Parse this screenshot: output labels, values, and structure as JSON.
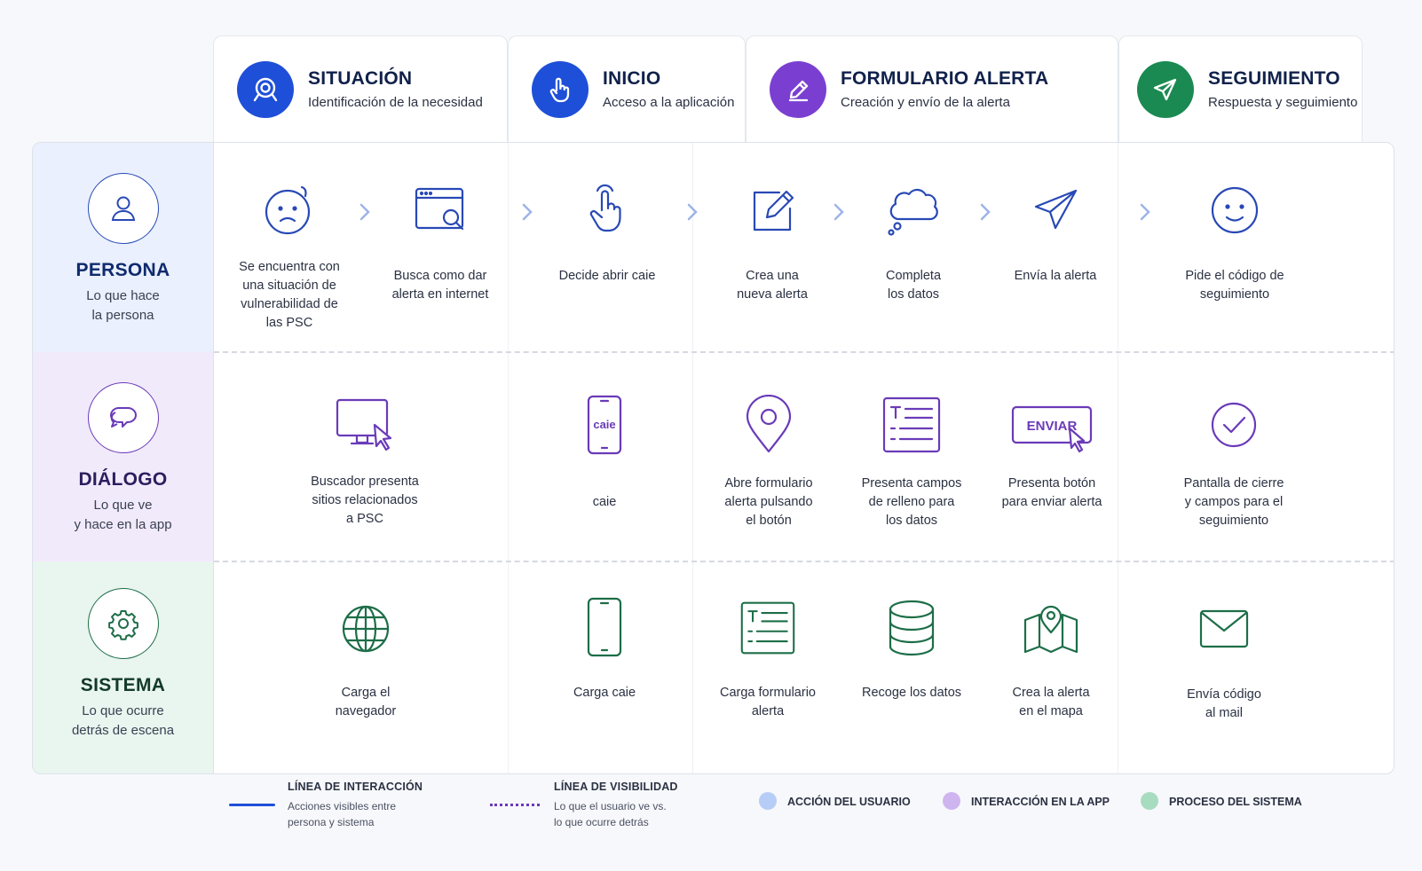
{
  "phases": [
    {
      "title": "SITUACIÓN",
      "subtitle": "Identificación de la necesidad",
      "icon": "target-icon",
      "color": "#1e4fd8"
    },
    {
      "title": "INICIO",
      "subtitle": "Acceso a la aplicación",
      "icon": "hand-pointer-icon",
      "color": "#1e4fd8"
    },
    {
      "title": "FORMULARIO ALERTA",
      "subtitle": "Creación y envío de la alerta",
      "icon": "edit-pencil-icon",
      "color": "#7a3fd1"
    },
    {
      "title": "SEGUIMIENTO",
      "subtitle": "Respuesta y seguimiento",
      "icon": "paper-plane-icon",
      "color": "#1a8a52"
    }
  ],
  "lanes": [
    {
      "title": "PERSONA",
      "desc1": "Lo que hace",
      "desc2": "la persona",
      "icon": "user-icon",
      "color": "#2849b5",
      "bg": "#eaf0fd"
    },
    {
      "title": "DIÁLOGO",
      "desc1": "Lo que ve",
      "desc2": "y hace en la app",
      "icon": "chat-bubbles-icon",
      "color": "#6a3bb8",
      "bg": "#f1eafb"
    },
    {
      "title": "SISTEMA",
      "desc1": "Lo que ocurre",
      "desc2": "detrás de escena",
      "icon": "gear-icon",
      "color": "#1d6e48",
      "bg": "#e9f5ef"
    }
  ],
  "persona_steps": [
    {
      "icon": "sad-face-icon",
      "lines": [
        "Se encuentra con",
        "una situación de",
        "vulnerabilidad de",
        "las PSC"
      ]
    },
    {
      "icon": "browser-search-icon",
      "lines": [
        "Busca como dar",
        "alerta en internet"
      ]
    },
    {
      "icon": "hand-pointer-icon",
      "lines": [
        "Decide abrir caie"
      ]
    },
    {
      "icon": "edit-icon",
      "lines": [
        "Crea una",
        "nueva alerta"
      ]
    },
    {
      "icon": "thought-cloud-icon",
      "lines": [
        "Completa",
        "los datos"
      ]
    },
    {
      "icon": "paper-plane-icon",
      "lines": [
        "Envía la alerta"
      ]
    },
    {
      "icon": "smile-face-icon",
      "lines": [
        "Pide el código de",
        "seguimiento"
      ]
    }
  ],
  "dialogo_steps": [
    {
      "icon": "monitor-cursor-icon",
      "lines": [
        "Buscador presenta",
        "sitios relacionados",
        "a PSC"
      ]
    },
    {
      "icon": "phone-app-icon",
      "phone_label": "caie",
      "lines": [
        "caie"
      ]
    },
    {
      "icon": "map-pin-icon",
      "lines": [
        "Abre formulario",
        "alerta pulsando",
        "el botón"
      ]
    },
    {
      "icon": "form-fields-icon",
      "lines": [
        "Presenta campos",
        "de relleno para",
        "los datos"
      ]
    },
    {
      "icon": "send-button-icon",
      "button_label": "ENVIAR",
      "lines": [
        "Presenta botón",
        "para enviar alerta"
      ]
    },
    {
      "icon": "check-circle-icon",
      "lines": [
        "Pantalla de cierre",
        "y campos para el",
        "seguimiento"
      ]
    }
  ],
  "sistema_steps": [
    {
      "icon": "globe-icon",
      "lines": [
        "Carga el",
        "navegador"
      ]
    },
    {
      "icon": "phone-icon",
      "lines": [
        "Carga caie"
      ]
    },
    {
      "icon": "form-fields-icon",
      "lines": [
        "Carga formulario",
        "alerta"
      ]
    },
    {
      "icon": "database-icon",
      "lines": [
        "Recoge los datos"
      ]
    },
    {
      "icon": "map-icon",
      "lines": [
        "Crea la alerta",
        "en el mapa"
      ]
    },
    {
      "icon": "mail-icon",
      "lines": [
        "Envía código",
        "al mail"
      ]
    }
  ],
  "legend": {
    "interaction_title": "LÍNEA DE INTERACCIÓN",
    "interaction_desc1": "Acciones visibles entre",
    "interaction_desc2": "persona y sistema",
    "visibility_title": "LÍNEA DE VISIBILIDAD",
    "visibility_desc1": "Lo que el usuario ve vs.",
    "visibility_desc2": "lo que ocurre detrás",
    "user_action": "ACCIÓN DEL USUARIO",
    "app_interaction": "INTERACCIÓN EN LA APP",
    "system_process": "PROCESO DEL SISTEMA",
    "colors": {
      "blue": "#1e4fd8",
      "purple": "#6a3bb8",
      "user": "#b6cdf7",
      "app": "#cfb5ef",
      "system": "#a8dcc0"
    }
  }
}
